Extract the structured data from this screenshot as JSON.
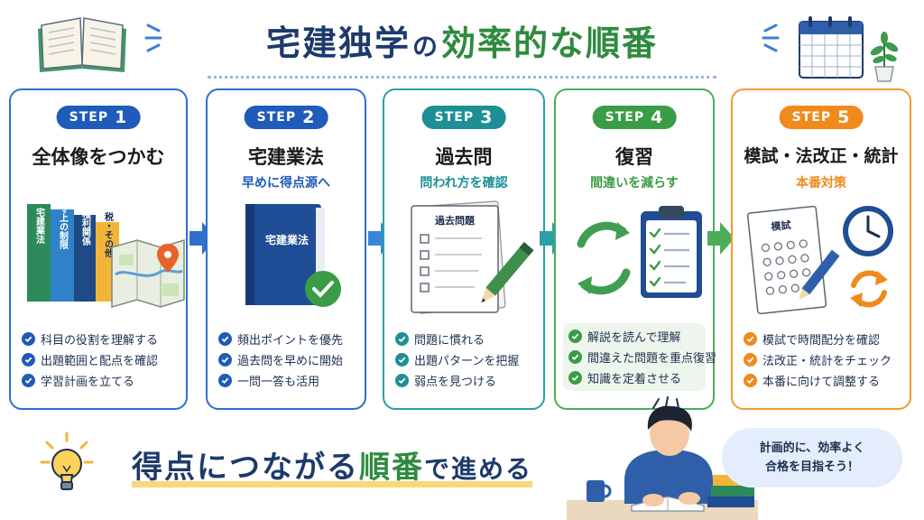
{
  "title": {
    "part1": "宅建独学",
    "particle": "の",
    "part2": "効率的な順番"
  },
  "steps": [
    {
      "label": "STEP",
      "number": "1",
      "title": "全体像をつかむ",
      "subtitle": "",
      "color": "#1f5bb8",
      "book_labels": [
        "宅建業法",
        "法令上の制限",
        "権利関係",
        "税・その他"
      ],
      "points": [
        "科目の役割を理解する",
        "出題範囲と配点を確認",
        "学習計画を立てる"
      ]
    },
    {
      "label": "STEP",
      "number": "2",
      "title": "宅建業法",
      "subtitle": "早めに得点源へ",
      "color": "#1f5bb8",
      "book_label": "宅建業法",
      "points": [
        "頻出ポイントを優先",
        "過去問を早めに開始",
        "一問一答も活用"
      ]
    },
    {
      "label": "STEP",
      "number": "3",
      "title": "過去問",
      "subtitle": "問われ方を確認",
      "color": "#1e8f94",
      "paper_label": "過去問題",
      "points": [
        "問題に慣れる",
        "出題パターンを把握",
        "弱点を見つける"
      ]
    },
    {
      "label": "STEP",
      "number": "4",
      "title": "復習",
      "subtitle": "間違いを減らす",
      "color": "#3a9c46",
      "points": [
        "解説を読んで理解",
        "間違えた問題を重点復習",
        "知識を定着させる"
      ]
    },
    {
      "label": "STEP",
      "number": "5",
      "title": "模試・法改正・統計",
      "subtitle": "本番対策",
      "color": "#f08a1c",
      "paper_label": "模試",
      "points": [
        "模試で時間配分を確認",
        "法改正・統計をチェック",
        "本番に向けて調整する"
      ]
    }
  ],
  "bottom": {
    "msg_part1": "得点につながる",
    "msg_part2": "順番",
    "msg_part3": "で進める",
    "bubble_line1": "計画的に、効率よく",
    "bubble_line2": "合格を目指そう！"
  },
  "icons": [
    "open-book-icon",
    "calendar-icon",
    "plant-icon",
    "lightbulb-icon",
    "map-pin-icon",
    "check-badge-icon",
    "pencil-icon",
    "recycle-arrows-icon",
    "clipboard-icon",
    "clock-icon",
    "refresh-icon",
    "arrow-right-icon",
    "student-icon"
  ]
}
